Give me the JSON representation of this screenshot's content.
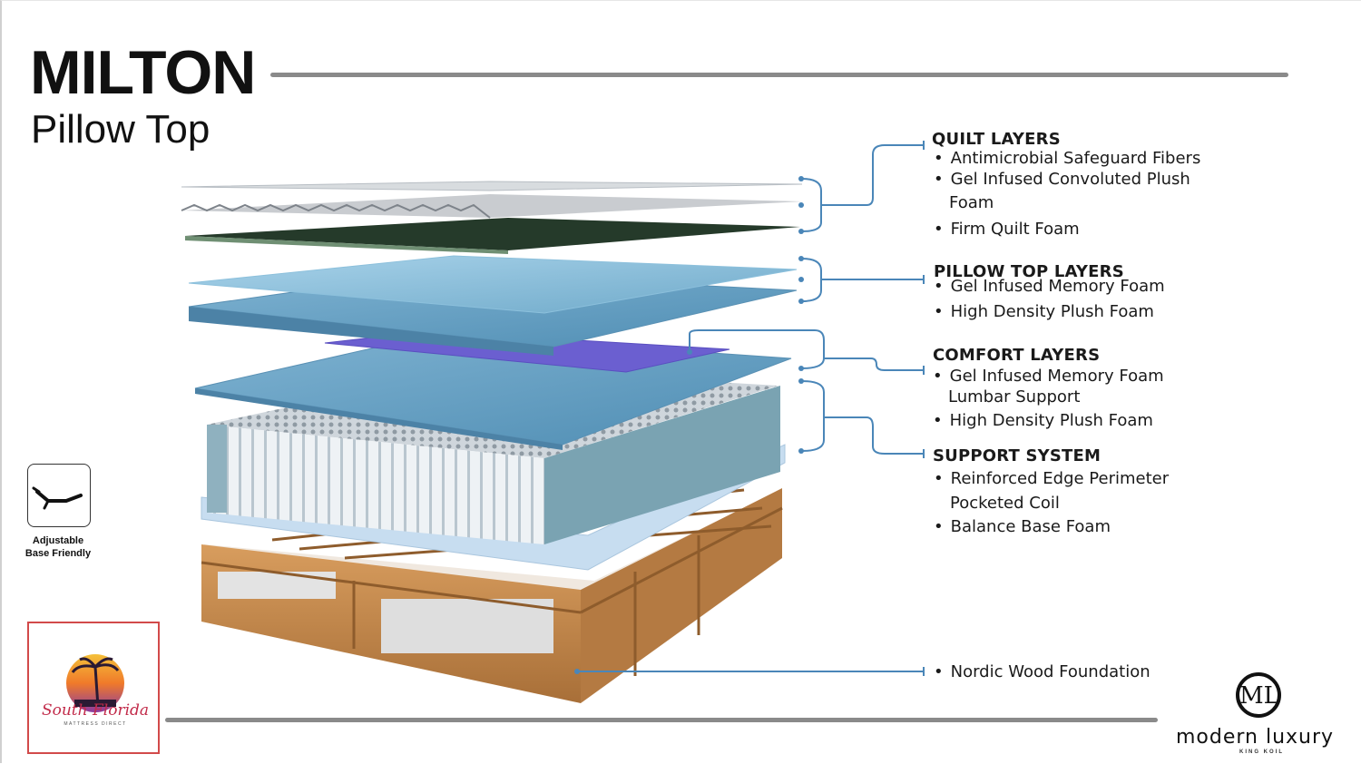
{
  "title": "MILTON",
  "subtitle": "Pillow Top",
  "sections": {
    "quilt": {
      "heading": "QUILT LAYERS",
      "items": [
        "Antimicrobial Safeguard Fibers",
        "Gel Infused Convoluted Plush",
        "Foam",
        "Firm Quilt Foam"
      ]
    },
    "pillow": {
      "heading": "PILLOW TOP LAYERS",
      "items": [
        "Gel Infused Memory Foam",
        "High Density Plush Foam"
      ]
    },
    "comfort": {
      "heading": "COMFORT LAYERS",
      "items": [
        "Gel Infused Memory Foam",
        "Lumbar Support",
        "High Density Plush Foam"
      ]
    },
    "support": {
      "heading": "SUPPORT SYSTEM",
      "items": [
        "Reinforced Edge Perimeter",
        "Pocketed Coil",
        "Balance Base Foam"
      ]
    },
    "foundation": {
      "items": [
        "Nordic Wood Foundation"
      ]
    }
  },
  "bullet": "•",
  "badge": {
    "line1": "Adjustable",
    "line2": "Base Friendly",
    "icon": "adjustable-bed-icon"
  },
  "retailer": {
    "name": "South Florida",
    "tagline": "MATTRESS DIRECT"
  },
  "brand": {
    "monogram": "ML",
    "name": "modern luxury",
    "sub": "KING KOIL"
  },
  "colors": {
    "accent_line": "#4a86b8",
    "foam_blue": "#6aa6c8",
    "wood": "#c58a4a",
    "purple": "#6b5fd0"
  }
}
